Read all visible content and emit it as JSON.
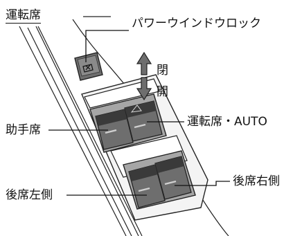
{
  "title": "運転席",
  "labels": {
    "window_lock": "パワーウインドウロック",
    "close": "閉",
    "open": "開",
    "driver_auto": "運転席・AUTO",
    "passenger": "助手席",
    "rear_right": "後席右側",
    "rear_left": "後席左側"
  },
  "colors": {
    "switch_face": "#6e6e6e",
    "switch_dark": "#3a3a3a",
    "panel_gray": "#a6a6a6",
    "line": "#111111"
  }
}
